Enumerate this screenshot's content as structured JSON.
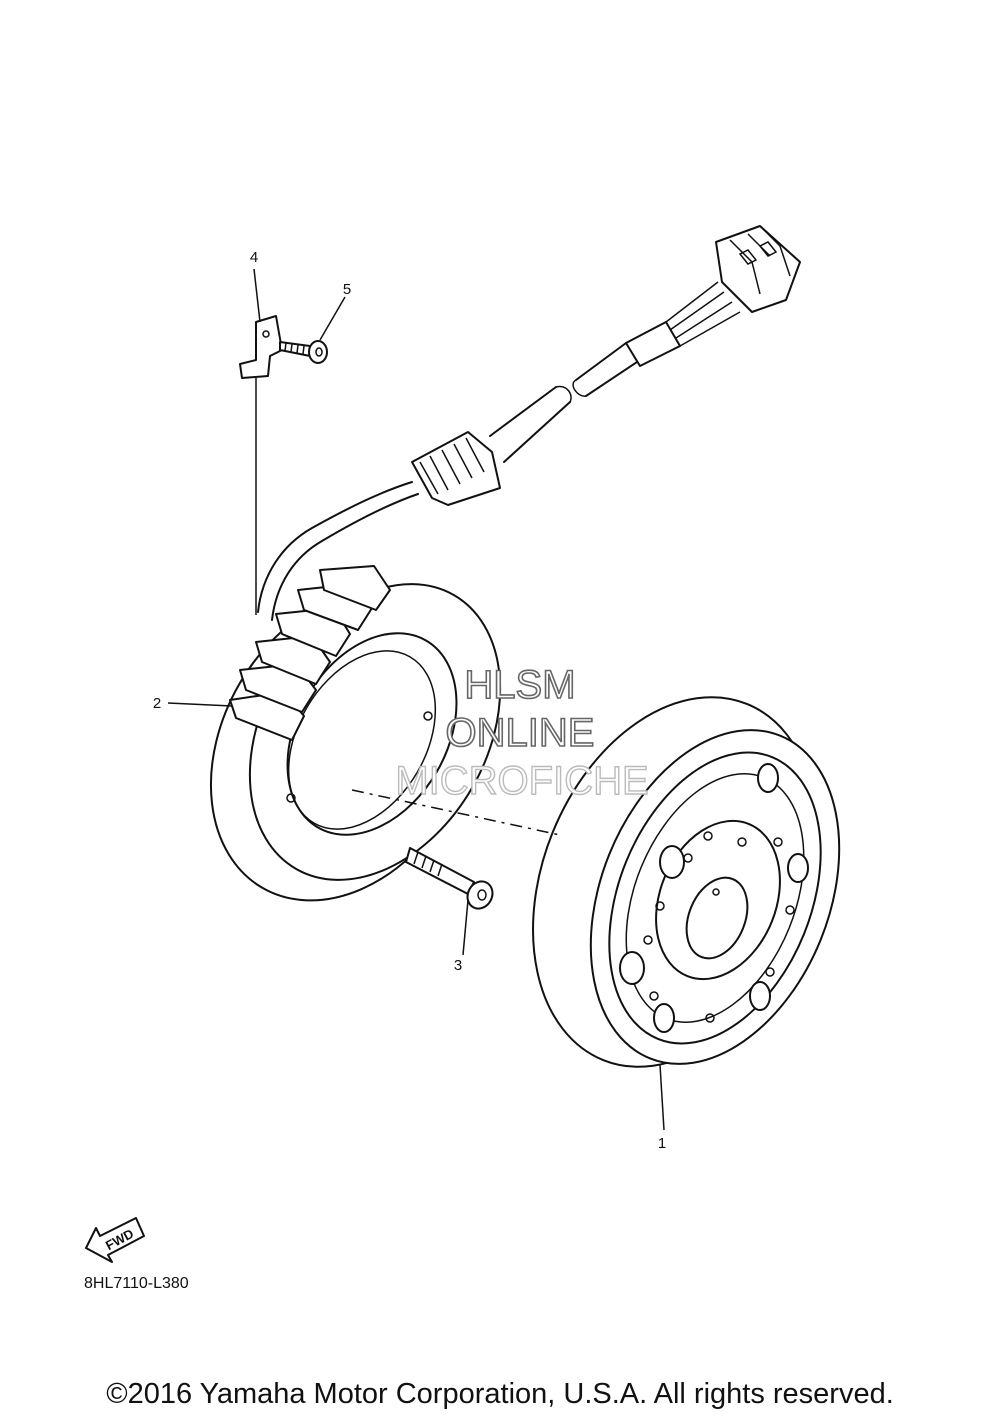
{
  "diagram": {
    "callouts": [
      {
        "number": "1",
        "part": "rotor"
      },
      {
        "number": "2",
        "part": "stator"
      },
      {
        "number": "3",
        "part": "bolt"
      },
      {
        "number": "4",
        "part": "clamp"
      },
      {
        "number": "5",
        "part": "screw"
      }
    ],
    "fwd_label": "FWD",
    "drawing_code": "8HL7110-L380"
  },
  "watermark": {
    "line1": "HLSM",
    "line2": "ONLINE",
    "line3": "MICROFICHE"
  },
  "footer": {
    "copyright": "©2016 Yamaha Motor Corporation, U.S.A. All rights reserved."
  }
}
